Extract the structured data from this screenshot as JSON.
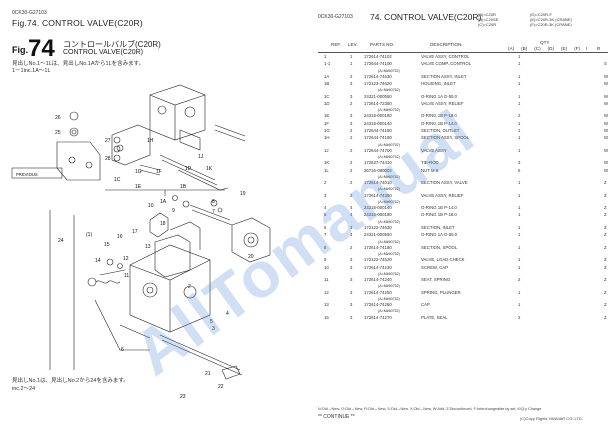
{
  "left": {
    "code": "0CK30-G27103",
    "fig_title": "Fig.74.  CONTROL VALVE(C20R)",
    "fig_prefix": "Fig.",
    "fig_number": "74",
    "jp_title": "コントロールバルブ(C20R)",
    "en_title": "CONTROL VALVE(C20R)",
    "note_top": "見出しNo.1～1Lは、見出しNo.1Aから1Lを含みます。",
    "note_top2": "1－1inc.1A～1L",
    "note_bottom": "見出しNo.1は、見出しNo.2から24を含みます。",
    "note_bottom2": "inc.2～24",
    "prev_label": "PREVIOUS",
    "callouts_top": [
      "1J",
      "1G",
      "1F",
      "26",
      "25",
      "1H",
      "27",
      "28",
      "1E",
      "1B",
      "1K",
      "1C",
      "1D",
      "1A"
    ],
    "callouts_main": [
      "19",
      "10",
      "9",
      "7",
      "8",
      "17",
      "16",
      "15",
      "13",
      "14",
      "12",
      "11",
      "6",
      "5",
      "4",
      "3",
      "2",
      "18",
      "24",
      "20",
      "21",
      "22",
      "23"
    ]
  },
  "right": {
    "code": "0CK30-G27103",
    "title": "74.  CONTROL VALVE(C20R)",
    "models_left": [
      "(A)=C20R",
      "(B)=C20SE",
      "(C)=C20R"
    ],
    "models_right": [
      "(D)=C20R-F",
      "(E)=C20R-3K (CRANE)",
      "(F)=C20R-3K (CRANE)"
    ],
    "headers": {
      "ref": "REF.",
      "lev": "LEV.",
      "parts": "PARTS NO.",
      "desc": "DESCRIPTION",
      "qty": "QTY",
      "i": "I",
      "r": "R",
      "qty_cols": [
        "(A)",
        "(B)",
        "(C)",
        "(D)",
        "(E)",
        "(F)"
      ]
    },
    "rows": [
      {
        "ref": "1",
        "lev": "1",
        "pn": "172614-74102",
        "desc": "VALVE ASSY, CONTROL",
        "qty": "1",
        "i": "",
        "r": ""
      },
      {
        "ref": "1-1",
        "lev": "1",
        "pn": "172644-74100",
        "desc": "VALVE COMP.,CONTROL",
        "qty": "1",
        "i": "",
        "r": "S"
      },
      {
        "note": "(A=M#60752)"
      },
      {
        "ref": "1A",
        "lev": "2",
        "pn": "172614-74630",
        "desc": "SECTION ASSY, INLET",
        "qty": "1",
        "i": "",
        "r": "W"
      },
      {
        "ref": "1B",
        "lev": "3",
        "pn": "172123-74620",
        "desc": "HOUSING, INLET",
        "qty": "1",
        "i": "",
        "r": "W"
      },
      {
        "note": "(A=M#60752)"
      },
      {
        "ref": "1C",
        "lev": "3",
        "pn": "24321-000550",
        "desc": "O-RING 1A G-55.0",
        "qty": "1",
        "i": "",
        "r": "W"
      },
      {
        "ref": "1D",
        "lev": "2",
        "pn": "172614-72350",
        "desc": "VALVE ASSY, RELIEF",
        "qty": "1",
        "i": "",
        "r": "W"
      },
      {
        "note": "(A=M#60752)"
      },
      {
        "ref": "1E",
        "lev": "3",
        "pn": "24315-000180",
        "desc": "O-RING 1B P-18.0",
        "qty": "2",
        "i": "",
        "r": "W"
      },
      {
        "ref": "1F",
        "lev": "3",
        "pn": "24315-000140",
        "desc": "O-RING 1B P-14.0",
        "qty": "1",
        "i": "",
        "r": "W"
      },
      {
        "ref": "1G",
        "lev": "2",
        "pn": "172644-74150",
        "desc": "SECTION, OUTLET",
        "qty": "1",
        "i": "",
        "r": "W"
      },
      {
        "ref": "1H",
        "lev": "2",
        "pn": "172644-74180",
        "desc": "SECTION ASSY, SPOOL",
        "qty": "1",
        "i": "",
        "r": "W"
      },
      {
        "note": "(A=M#60752)"
      },
      {
        "ref": "1J",
        "lev": "2",
        "pn": "172644-74700",
        "desc": "VALVE ASSY",
        "qty": "1",
        "i": "",
        "r": "W"
      },
      {
        "note": "(A=M#60752)"
      },
      {
        "ref": "1K",
        "lev": "2",
        "pn": "172637-74410",
        "desc": "TIE-ROD",
        "qty": "3",
        "i": "",
        "r": "W"
      },
      {
        "ref": "1L",
        "lev": "2",
        "pn": "26716-080002",
        "desc": "NUT M 8",
        "qty": "6",
        "i": "",
        "r": "W"
      },
      {
        "note": "(A=M#60752)"
      },
      {
        "ref": "2",
        "lev": "2",
        "pn": "172614-74010",
        "desc": "SECTION ASSY, VALVE",
        "qty": "1",
        "i": "",
        "r": "Z"
      },
      {
        "note": "(A=M#60752)"
      },
      {
        "ref": "3",
        "lev": "2",
        "pn": "172614-74350",
        "desc": "VALVE ASSY, RELIEF",
        "qty": "1",
        "i": "",
        "r": "Z"
      },
      {
        "note": "(A=M#60752)"
      },
      {
        "ref": "4",
        "lev": "4",
        "pn": "24315-000140",
        "desc": "O-RING 1B P-14.0",
        "qty": "1",
        "i": "",
        "r": "Z"
      },
      {
        "ref": "5",
        "lev": "4",
        "pn": "24315-000180",
        "desc": "O-RING 1B P-18.0",
        "qty": "1",
        "i": "",
        "r": "Z"
      },
      {
        "note": "(A=M#60752)"
      },
      {
        "ref": "6",
        "lev": "3",
        "pn": "172122-74630",
        "desc": "SECTION, INLET",
        "qty": "1",
        "i": "",
        "r": "Z"
      },
      {
        "ref": "7",
        "lev": "4",
        "pn": "24321-000550",
        "desc": "O-RING 1A G-55.0",
        "qty": "1",
        "i": "",
        "r": "Z"
      },
      {
        "note": "(A=M#60752)"
      },
      {
        "ref": "8",
        "lev": "2",
        "pn": "172614-74180",
        "desc": "SECTION, SPOOL",
        "qty": "1",
        "i": "",
        "r": "Z"
      },
      {
        "note": "(A=M#60752)"
      },
      {
        "ref": "9",
        "lev": "3",
        "pn": "172122-74520",
        "desc": "VALVE, LOAD CHECK",
        "qty": "1",
        "i": "",
        "r": "Z"
      },
      {
        "ref": "10",
        "lev": "3",
        "pn": "172614-74230",
        "desc": "SCREW, CAP",
        "qty": "1",
        "i": "",
        "r": "Z"
      },
      {
        "note": "(A=M#60752)"
      },
      {
        "ref": "11",
        "lev": "3",
        "pn": "172614-74240",
        "desc": "SEAT, SPRING",
        "qty": "2",
        "i": "",
        "r": "Z"
      },
      {
        "note": "(A=M#60752)"
      },
      {
        "ref": "12",
        "lev": "3",
        "pn": "172614-74250",
        "desc": "SPRING, PLUNGER",
        "qty": "1",
        "i": "",
        "r": "Z"
      },
      {
        "note": "(A=M#60752)"
      },
      {
        "ref": "13",
        "lev": "3",
        "pn": "172614-74260",
        "desc": "CAP",
        "qty": "1",
        "i": "",
        "r": "Z"
      },
      {
        "note": "(A=M#60752)"
      },
      {
        "ref": "15",
        "lev": "3",
        "pn": "172614-74270",
        "desc": "PLATE, SEAL",
        "qty": "2",
        "i": "",
        "r": "Z"
      }
    ],
    "legend": "N:Old→New, O:Old→New, R:Old↔New, S:Old↔New, X:Old→New, W:Add, Z:Discontinued, F:Interchangeable by set, K/Q:y Change",
    "continue": "** CONTINUE **",
    "copyright": "(C)Copy Rights YANMAR CO.,LTD."
  },
  "watermark": "AllTomanual"
}
